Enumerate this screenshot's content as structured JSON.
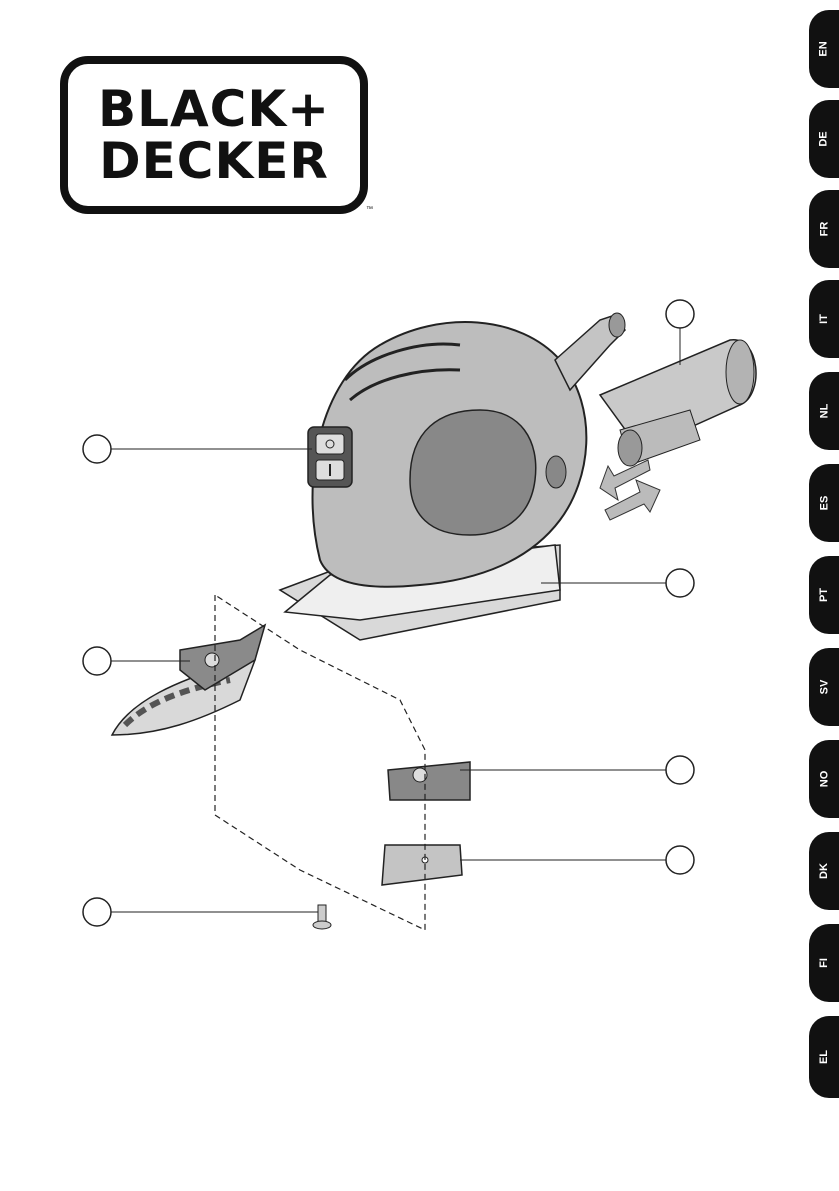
{
  "brand": {
    "line1": "BLACK+",
    "line2": "DECKER",
    "tm": "™"
  },
  "languages": [
    "EN",
    "DE",
    "FR",
    "IT",
    "NL",
    "ES",
    "PT",
    "SV",
    "NO",
    "DK",
    "FI",
    "EL"
  ],
  "colors": {
    "tab": "#111111",
    "body": "#bdbdbd",
    "dark": "#6e6e6e",
    "arrow": "#a8a8a8"
  }
}
